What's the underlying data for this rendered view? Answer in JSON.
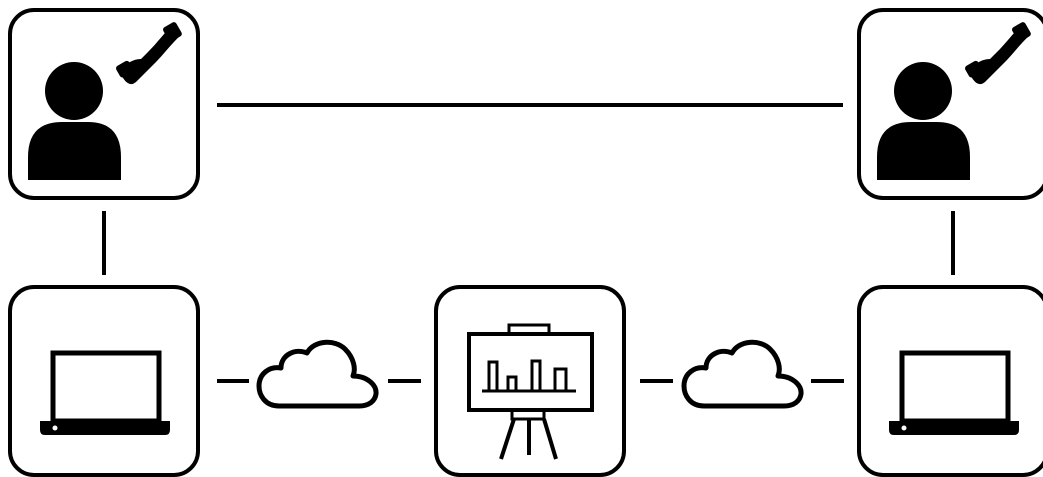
{
  "diagram": {
    "colors": {
      "stroke": "#000000",
      "fill": "#000000",
      "background": "#ffffff"
    },
    "nodes": [
      {
        "id": "caller-left",
        "icon": "person-phone-icon"
      },
      {
        "id": "caller-right",
        "icon": "person-phone-icon"
      },
      {
        "id": "laptop-left",
        "icon": "laptop-icon"
      },
      {
        "id": "presentation-board",
        "icon": "presentation-board-icon"
      },
      {
        "id": "laptop-right",
        "icon": "laptop-icon"
      }
    ],
    "connectors": [
      {
        "from": "caller-left",
        "to": "caller-right",
        "via": "line"
      },
      {
        "from": "caller-left",
        "to": "laptop-left",
        "via": "line"
      },
      {
        "from": "caller-right",
        "to": "laptop-right",
        "via": "line"
      },
      {
        "from": "laptop-left",
        "to": "presentation-board",
        "via": "cloud-icon"
      },
      {
        "from": "presentation-board",
        "to": "laptop-right",
        "via": "cloud-icon"
      }
    ]
  }
}
